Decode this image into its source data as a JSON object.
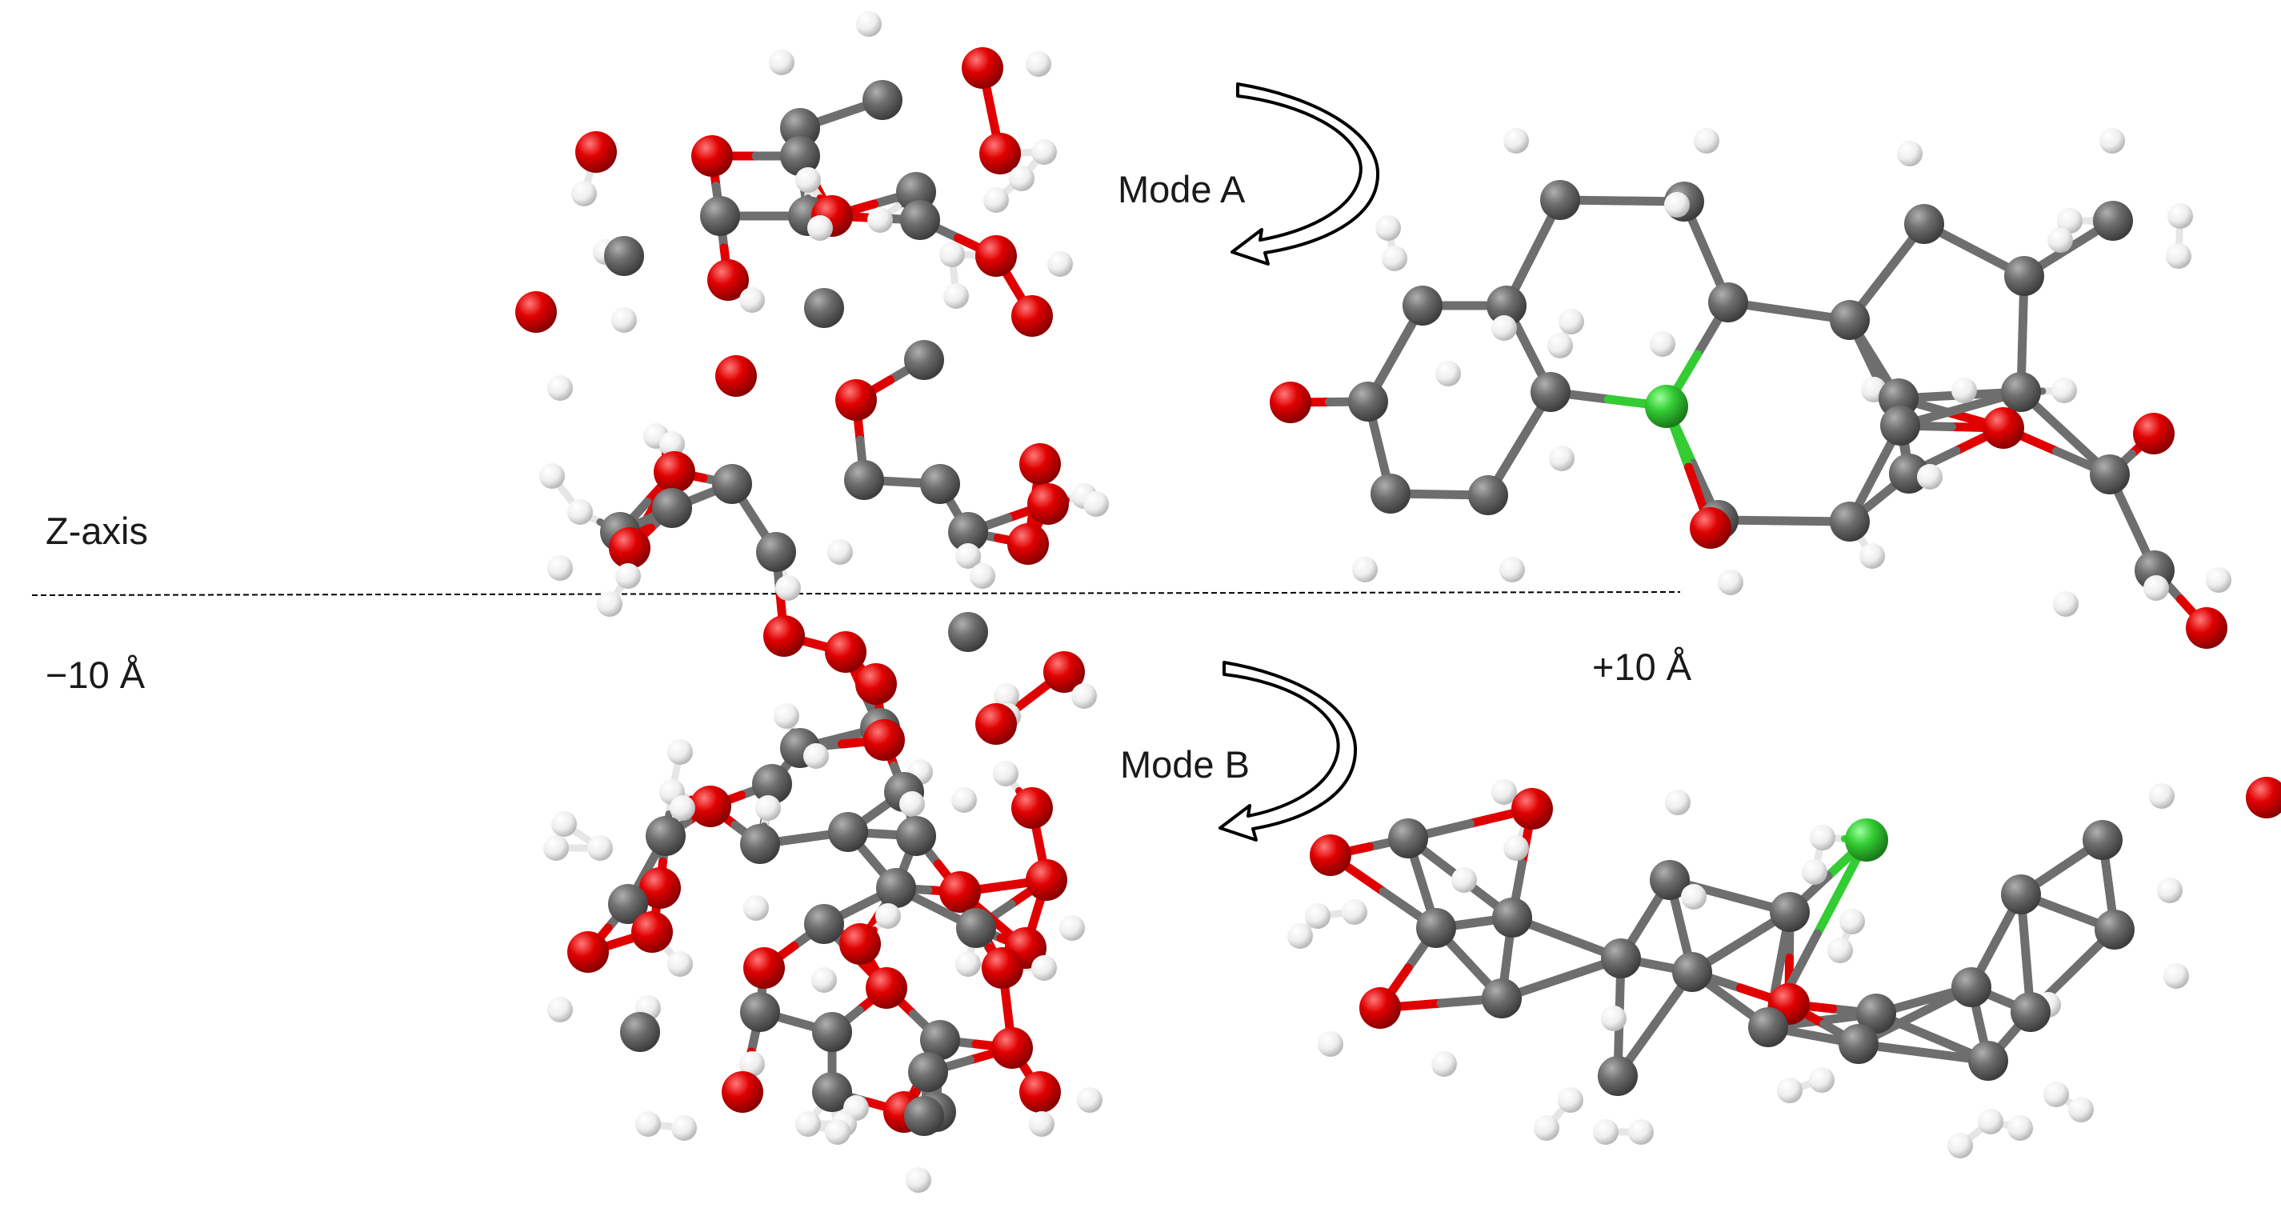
{
  "labels": {
    "z_axis": "Z-axis",
    "neg": "−10 Å",
    "pos": "+10 Å",
    "mode_a": "Mode A",
    "mode_b": "Mode B"
  },
  "colors": {
    "carbon": "#6e6e6e",
    "oxygen": "#e00000",
    "hydrogen": "#f2f2f2",
    "chlorine": "#33cc33",
    "axis_line": "#000000",
    "text": "#1a1a1a"
  },
  "icons": [
    "curved-arrow-icon"
  ]
}
